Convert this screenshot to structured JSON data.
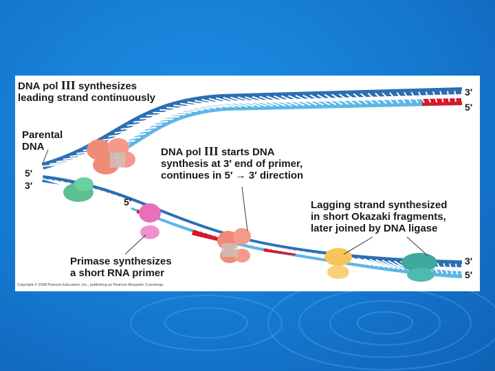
{
  "labels": {
    "leading": {
      "line1_a": "DNA pol ",
      "line1_roman": "III",
      "line1_b": " synthesizes",
      "line2": "leading strand continuously"
    },
    "parental": {
      "line1": "Parental",
      "line2": "DNA"
    },
    "primer_start": {
      "line1_a": "DNA pol ",
      "line1_roman": "III",
      "line1_b": " starts DNA",
      "line2": "synthesis at 3′ end of primer,",
      "line3": "continues in 5′ → 3′ direction"
    },
    "lagging": {
      "line1": "Lagging strand synthesized",
      "line2": "in short Okazaki fragments,",
      "line3": "later joined by DNA ligase"
    },
    "primase": {
      "line1": "Primase synthesizes",
      "line2": "a short RNA primer"
    }
  },
  "ends": {
    "top_right_3": "3′",
    "top_right_5": "5′",
    "left_5": "5′",
    "left_3": "3′",
    "primer_5": "5′",
    "bottom_right_3": "3′",
    "bottom_right_5": "5′"
  },
  "copyright": "Copyright © 2008 Pearson Education, Inc., publishing as Pearson Benjamin Cummings.",
  "colors": {
    "slide_bg": "#1579d0",
    "parental_strand": "#2b6fb3",
    "new_strand": "#5db6e6",
    "rna_primer": "#d7182a",
    "pol_iii": "#f08a78",
    "primase": "#e870b8",
    "helicase": "#5cbf8f",
    "ligase": "#3fa9a0",
    "pol_i": "#f7c35c"
  }
}
